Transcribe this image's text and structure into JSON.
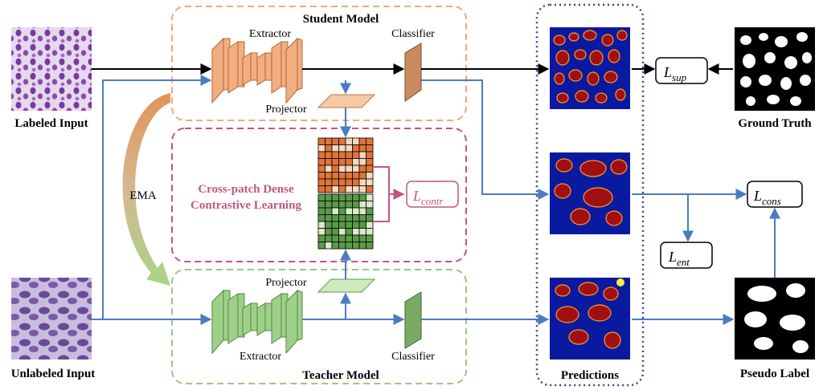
{
  "inputs": {
    "labeled": "Labeled Input",
    "unlabeled": "Unlabeled Input"
  },
  "student": {
    "title": "Student Model",
    "extractor": "Extractor",
    "classifier": "Classifier",
    "projector": "Projector",
    "color": "#f0a070"
  },
  "teacher": {
    "title": "Teacher Model",
    "extractor": "Extractor",
    "classifier": "Classifier",
    "projector": "Projector",
    "color": "#8cbf70"
  },
  "contrastive": {
    "title_line1": "Cross-patch Dense",
    "title_line2": "Contrastive Learning",
    "loss_main": "L",
    "loss_sub": "contr",
    "color": "#c4557f"
  },
  "ema_label": "EMA",
  "predictions_label": "Predictions",
  "losses": {
    "sup": {
      "main": "L",
      "sub": "sup"
    },
    "cons": {
      "main": "L",
      "sub": "cons"
    },
    "ent": {
      "main": "L",
      "sub": "ent"
    }
  },
  "outputs": {
    "ground_truth": "Ground Truth",
    "pseudo_label": "Pseudo Label"
  },
  "colors": {
    "arrow_blue": "#4a7cc4",
    "arrow_black": "#000000",
    "pred_border": "#2a4a8a",
    "heat_bg": "#0a1aa0",
    "heat_blob": "#a01010"
  }
}
